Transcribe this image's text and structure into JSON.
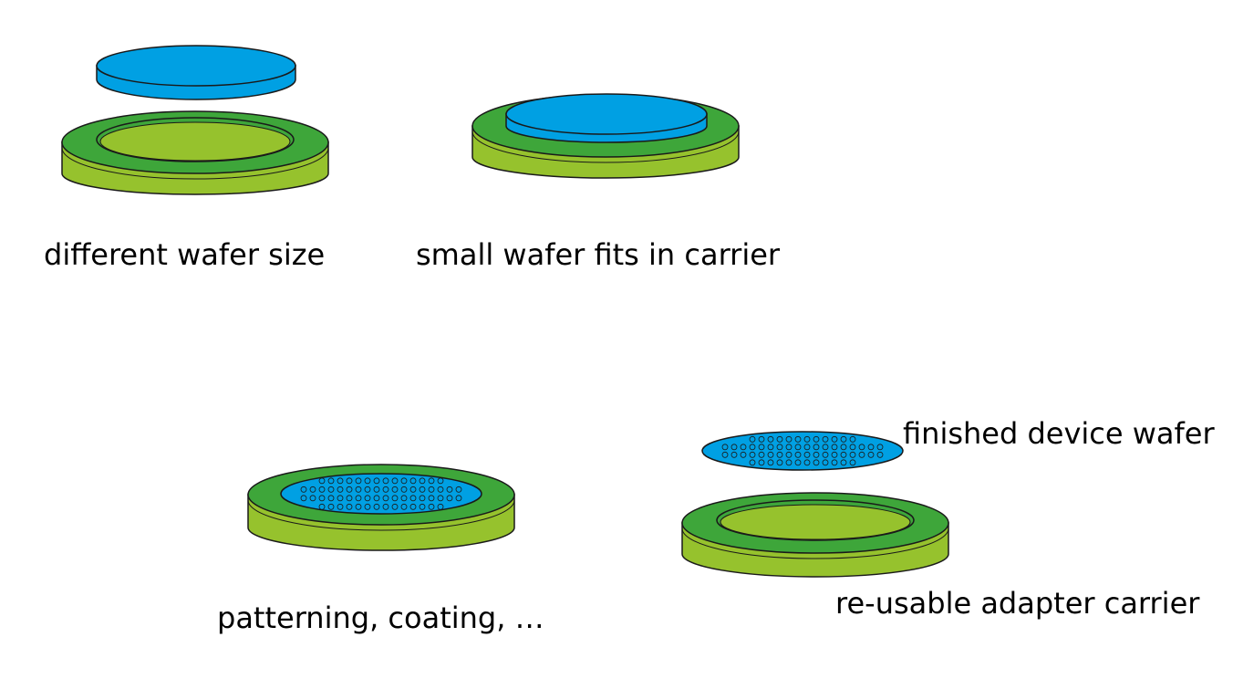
{
  "colors": {
    "carrier_top": "#3EA63A",
    "carrier_side": "#96C22D",
    "wafer": "#00A0E3",
    "outline": "#1a1a1a",
    "text": "#000000"
  },
  "captions": {
    "step1": "different wafer size",
    "step2": "small wafer fits in carrier",
    "step3": "patterning, coating, …",
    "step4_wafer": "finished device wafer",
    "step4_carrier": "re-usable adapter carrier"
  }
}
